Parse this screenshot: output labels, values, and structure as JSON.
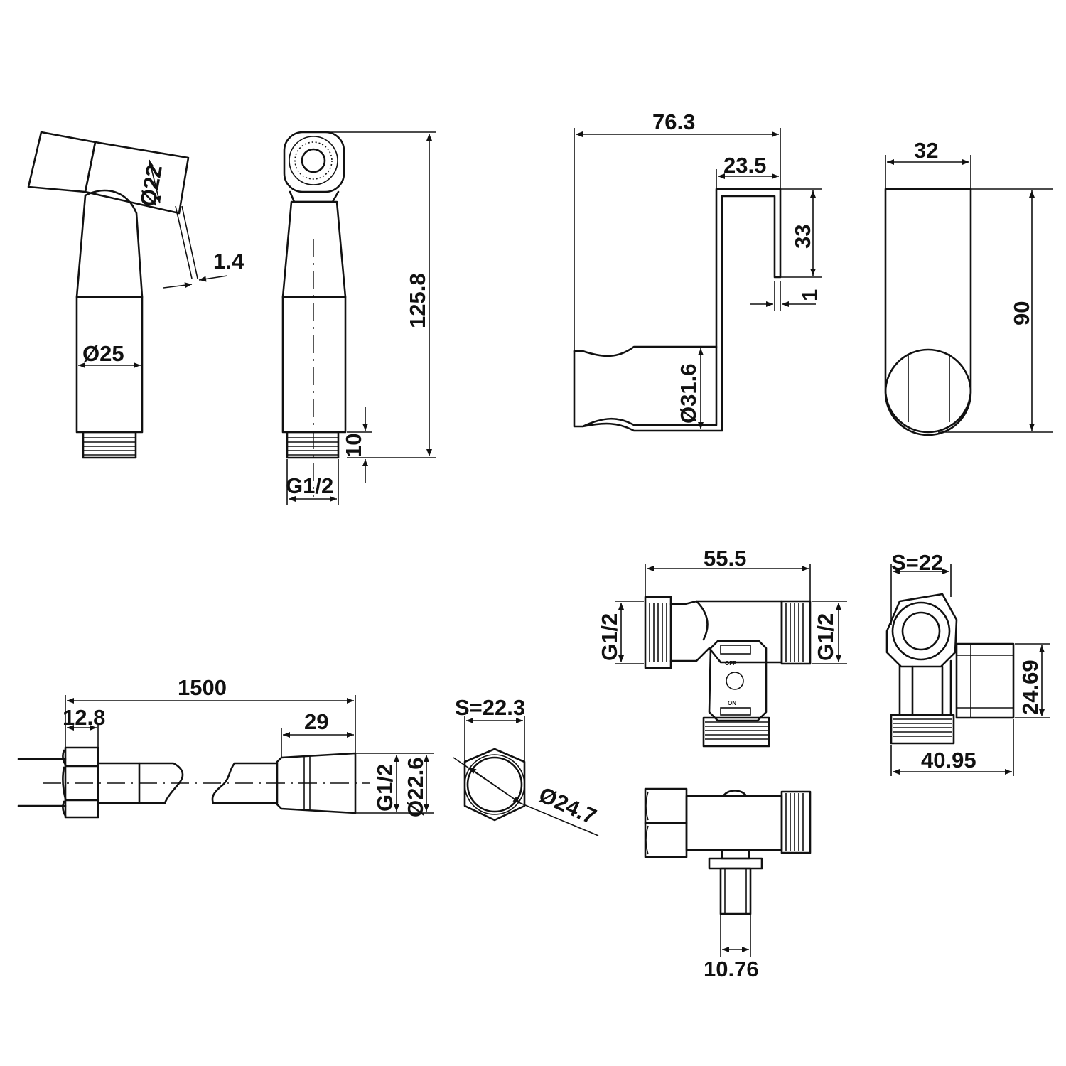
{
  "dimensions": {
    "sprayer": {
      "trigger_diameter": "Ø22",
      "trigger_thickness": "1.4",
      "body_diameter": "Ø25",
      "total_height": "125.8",
      "thread_length": "10",
      "thread_size": "G1/2"
    },
    "holder": {
      "width": "76.3",
      "hook_width": "23.5",
      "hook_depth": "33",
      "plate_thickness": "1",
      "cradle_diameter": "Ø31.6",
      "side_width": "32",
      "height": "90"
    },
    "hose": {
      "length": "1500",
      "nut_width": "12.8",
      "ferrule_length": "29",
      "thread_size": "G1/2",
      "ferrule_diameter": "Ø22.6"
    },
    "hex_nut": {
      "across_flats": "S=22.3",
      "across_corners": "Ø24.7"
    },
    "valve": {
      "length": "55.5",
      "inlet_thread": "G1/2",
      "outlet_thread": "G1/2",
      "hex_size": "S=22",
      "outlet_diameter": "24.69",
      "depth": "40.95",
      "stem_width": "10.76",
      "label_off": "OFF",
      "label_on": "ON"
    }
  }
}
